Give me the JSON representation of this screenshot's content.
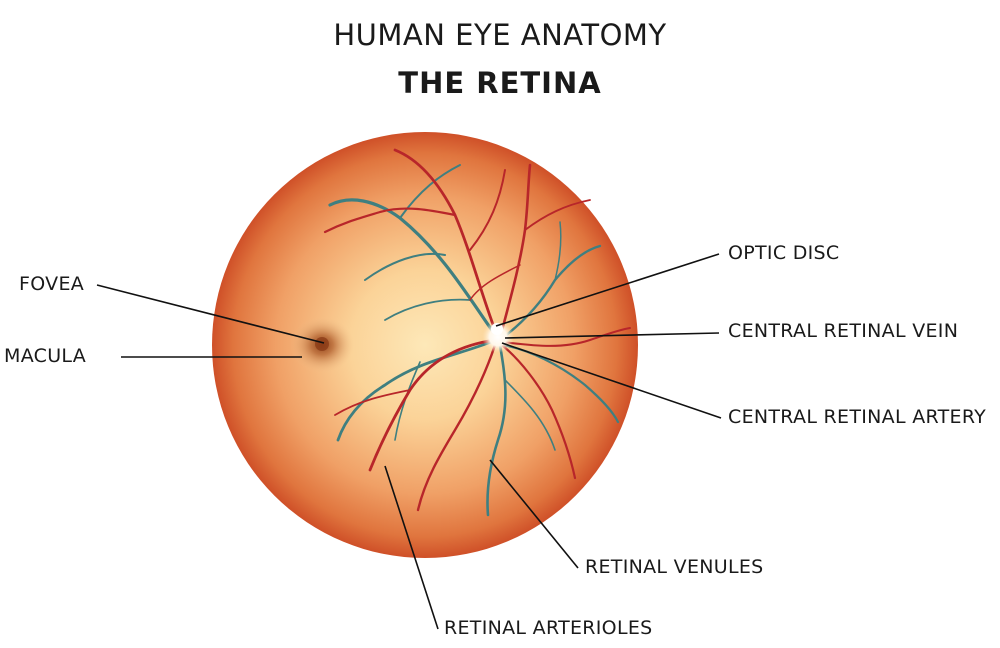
{
  "title": "HUMAN EYE ANATOMY",
  "subtitle": "THE RETINA",
  "labels": {
    "fovea": "FOVEA",
    "macula": "MACULA",
    "optic_disc": "OPTIC DISC",
    "central_retinal_vein": "CENTRAL RETINAL VEIN",
    "central_retinal_artery": "CENTRAL RETINAL ARTERY",
    "retinal_venules": "RETINAL VENULES",
    "retinal_arterioles": "RETINAL ARTERIOLES"
  },
  "colors": {
    "retina_center": "#fbdca4",
    "retina_mid": "#f2a76a",
    "retina_edge": "#d4562e",
    "artery": "#b8262a",
    "vein": "#3f7f80",
    "macula": "#9a4a22",
    "optic_disc": "#ffffff",
    "leader_line": "#111111"
  }
}
